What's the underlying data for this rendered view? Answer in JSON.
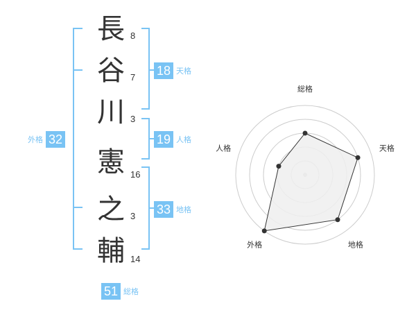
{
  "name": {
    "characters": [
      {
        "char": "長",
        "strokes": "8"
      },
      {
        "char": "谷",
        "strokes": "7"
      },
      {
        "char": "川",
        "strokes": "3"
      },
      {
        "char": "憲",
        "strokes": "16"
      },
      {
        "char": "之",
        "strokes": "3"
      },
      {
        "char": "輔",
        "strokes": "14"
      }
    ]
  },
  "scores": {
    "tenkaku": {
      "value": "18",
      "label": "天格"
    },
    "jinkaku": {
      "value": "19",
      "label": "人格"
    },
    "chikaku": {
      "value": "33",
      "label": "地格"
    },
    "gaikaku": {
      "value": "32",
      "label": "外格"
    },
    "soukaku": {
      "value": "51",
      "label": "総格"
    }
  },
  "colors": {
    "accent": "#79c3f4",
    "text": "#333333",
    "radar_fill": "#eeeeee",
    "radar_grid": "#cccccc"
  },
  "chart_data": {
    "type": "radar",
    "axes": [
      "総格",
      "天格",
      "地格",
      "外格",
      "人格"
    ],
    "values": [
      3,
      4,
      4,
      5,
      2
    ],
    "rmax": 5
  }
}
